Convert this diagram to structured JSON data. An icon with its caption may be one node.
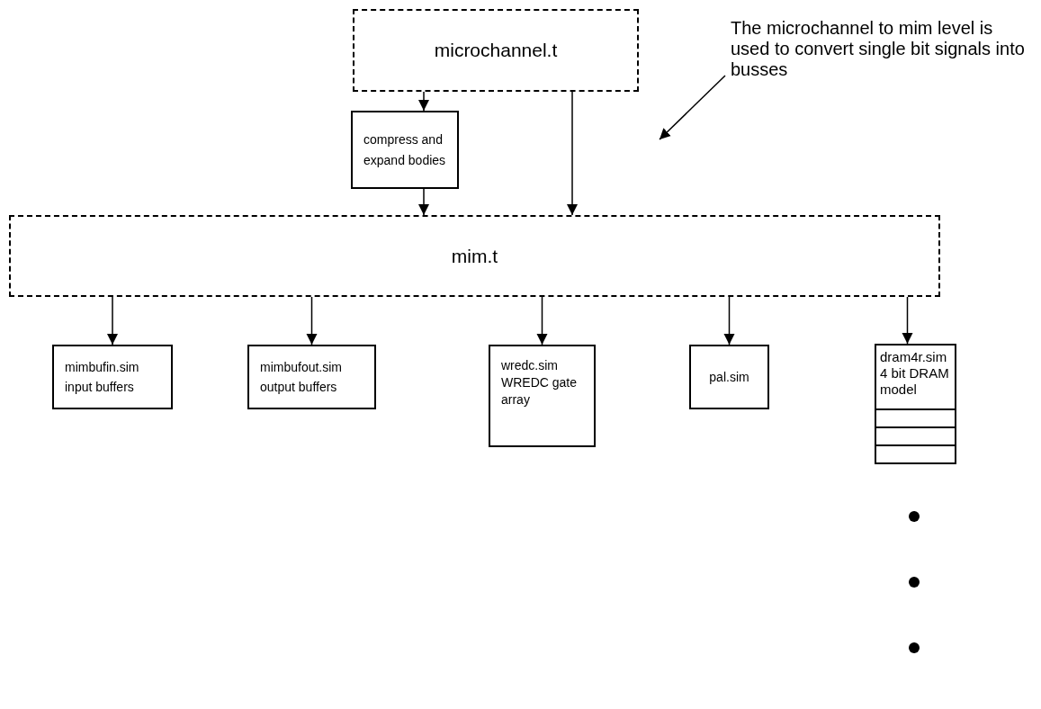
{
  "diagram": {
    "nodes": [
      {
        "text": [
          "microchannel.t"
        ]
      },
      {
        "text": [
          "compress and expand bodies"
        ]
      },
      {
        "text": [
          "mim.t"
        ]
      },
      {
        "text": [
          "mimbufin.sim input buffers"
        ]
      },
      {
        "text": [
          "mimbufout.sim output buffers"
        ]
      },
      {
        "text": [
          "wredc.sim WREDC gate array"
        ]
      },
      {
        "text": [
          "pal.sim"
        ]
      },
      {
        "text": [
          "dram4r.sim 4 bit DRAM model"
        ]
      },
      {
        "text": [
          "The microchannel to mim level is used to convert single bit signals into busses"
        ]
      }
    ],
    "edges": [
      {
        "from": 0,
        "to": 1,
        "arrow": "to"
      },
      {
        "from": 0,
        "to": 2,
        "arrow": "to"
      },
      {
        "from": 1,
        "to": 2,
        "arrow": "to"
      },
      {
        "from": 2,
        "to": 3,
        "arrow": "to"
      },
      {
        "from": 2,
        "to": 4,
        "arrow": "to"
      },
      {
        "from": 2,
        "to": 5,
        "arrow": "to"
      },
      {
        "from": 2,
        "to": 6,
        "arrow": "to"
      },
      {
        "from": 2,
        "to": 7,
        "arrow": "to"
      },
      {
        "from": 8,
        "to": null,
        "arrow": "to"
      }
    ]
  }
}
